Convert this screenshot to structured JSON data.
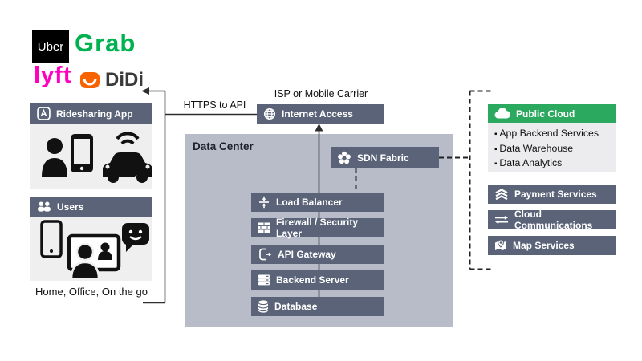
{
  "colors": {
    "slate_bar": "#5a6378",
    "data_center_bg": "#b7bcc8",
    "panel_bg": "#efeff0",
    "cloud_green": "#2ba95f",
    "grab_green": "#00b14f",
    "lyft_pink": "#ff00bf",
    "didi_orange": "#f86300",
    "uber_black": "#000000",
    "line": "#2e2e2e"
  },
  "logos": {
    "uber": "Uber",
    "grab": "Grab",
    "lyft": "lyft",
    "didi": "DiDi"
  },
  "left": {
    "ridesharing": {
      "title": "Ridesharing App",
      "icon": "app-icon"
    },
    "users": {
      "title": "Users",
      "icon": "users-icon"
    },
    "caption": "Home, Office, On the go"
  },
  "labels": {
    "https_to_api": "HTTPS to API",
    "isp_carrier": "ISP or Mobile Carrier",
    "data_center": "Data Center"
  },
  "internet_access": {
    "label": "Internet Access",
    "icon": "globe-icon"
  },
  "sdn_fabric": {
    "label": "SDN Fabric",
    "icon": "sdn-icon"
  },
  "stack": [
    {
      "label": "Load Balancer",
      "icon": "load-balancer-icon"
    },
    {
      "label": "Firewall / Security Layer",
      "icon": "firewall-icon"
    },
    {
      "label": "API Gateway",
      "icon": "api-gateway-icon"
    },
    {
      "label": "Backend Server",
      "icon": "server-icon"
    },
    {
      "label": "Database",
      "icon": "database-icon"
    }
  ],
  "cloud": {
    "title": "Public Cloud",
    "icon": "cloud-icon",
    "items": [
      "App Backend Services",
      "Data Warehouse",
      "Data Analytics"
    ],
    "services": [
      {
        "label": "Payment Services",
        "icon": "payment-icon"
      },
      {
        "label": "Cloud Communications",
        "icon": "communications-icon"
      },
      {
        "label": "Map Services",
        "icon": "map-icon"
      }
    ]
  }
}
